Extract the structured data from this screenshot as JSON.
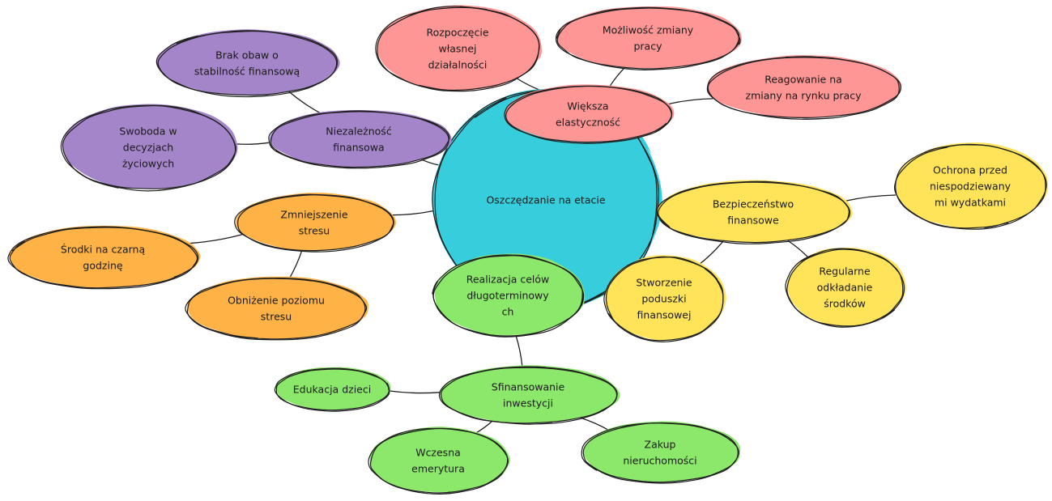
{
  "colors": {
    "center": "#36cedc",
    "purple": "#a585c9",
    "pink": "#ff9696",
    "yellow": "#ffe45a",
    "orange": "#ffb347",
    "green": "#8ce86a",
    "stroke": "#1e1e1e"
  },
  "mindmap": {
    "center": {
      "id": "center",
      "lines": [
        "Oszczędzanie na etacie"
      ],
      "color": "center"
    },
    "nodes": [
      {
        "id": "niezaleznosc",
        "lines": [
          "Niezależność",
          "finansowa"
        ],
        "color": "purple",
        "parent": "center"
      },
      {
        "id": "brak-obaw",
        "lines": [
          "Brak obaw o",
          "stabilność finansową"
        ],
        "color": "purple",
        "parent": "niezaleznosc"
      },
      {
        "id": "swoboda",
        "lines": [
          "Swoboda w",
          "decyzjach",
          "życiowych"
        ],
        "color": "purple",
        "parent": "niezaleznosc"
      },
      {
        "id": "elastycznosc",
        "lines": [
          "Większa",
          "elastyczność"
        ],
        "color": "pink",
        "parent": "center"
      },
      {
        "id": "dzialalnosc",
        "lines": [
          "Rozpoczęcie",
          "własnej",
          "działalności"
        ],
        "color": "pink",
        "parent": "elastycznosc"
      },
      {
        "id": "zmiana-pracy",
        "lines": [
          "Możliwość zmiany",
          "pracy"
        ],
        "color": "pink",
        "parent": "elastycznosc"
      },
      {
        "id": "reagowanie",
        "lines": [
          "Reagowanie na",
          "zmiany na rynku pracy"
        ],
        "color": "pink",
        "parent": "elastycznosc"
      },
      {
        "id": "bezpieczenstwo",
        "lines": [
          "Bezpieczeństwo",
          "finansowe"
        ],
        "color": "yellow",
        "parent": "center"
      },
      {
        "id": "ochrona",
        "lines": [
          "Ochrona przed",
          "niespodziewany",
          "mi wydatkami"
        ],
        "color": "yellow",
        "parent": "bezpieczenstwo"
      },
      {
        "id": "poduszka",
        "lines": [
          "Stworzenie",
          "poduszki",
          "finansowej"
        ],
        "color": "yellow",
        "parent": "bezpieczenstwo"
      },
      {
        "id": "regularne",
        "lines": [
          "Regularne",
          "odkładanie",
          "środków"
        ],
        "color": "yellow",
        "parent": "bezpieczenstwo"
      },
      {
        "id": "stres",
        "lines": [
          "Zmniejszenie",
          "stresu"
        ],
        "color": "orange",
        "parent": "center"
      },
      {
        "id": "czarna-godzina",
        "lines": [
          "Środki na czarną",
          "godzinę"
        ],
        "color": "orange",
        "parent": "stres"
      },
      {
        "id": "obnizenie",
        "lines": [
          "Obniżenie poziomu",
          "stresu"
        ],
        "color": "orange",
        "parent": "stres"
      },
      {
        "id": "cele",
        "lines": [
          "Realizacja celów",
          "długoterminowy",
          "ch"
        ],
        "color": "green",
        "parent": "center"
      },
      {
        "id": "inwestycje",
        "lines": [
          "Sfinansowanie",
          "inwestycji"
        ],
        "color": "green",
        "parent": "cele"
      },
      {
        "id": "edukacja",
        "lines": [
          "Edukacja dzieci"
        ],
        "color": "green",
        "parent": "inwestycje"
      },
      {
        "id": "emerytura",
        "lines": [
          "Wczesna",
          "emerytura"
        ],
        "color": "green",
        "parent": "inwestycje"
      },
      {
        "id": "nieruchomosci",
        "lines": [
          "Zakup",
          "nieruchomości"
        ],
        "color": "green",
        "parent": "inwestycje"
      }
    ]
  }
}
